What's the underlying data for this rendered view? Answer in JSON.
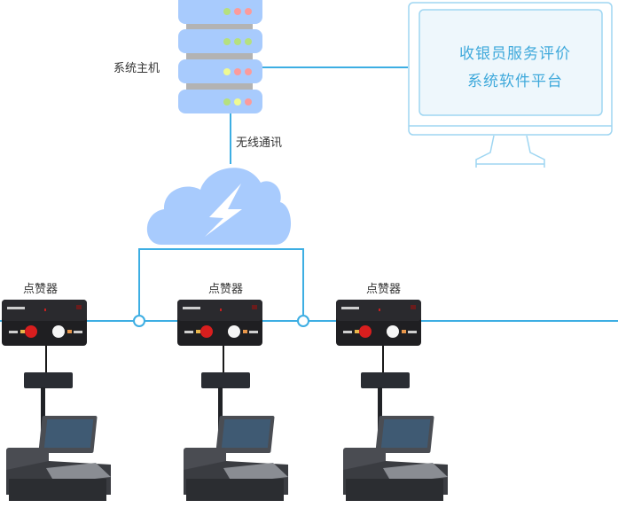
{
  "diagram": {
    "host": {
      "label": "系统主机",
      "icon": "server-rack-icon"
    },
    "link": {
      "label": "无线通讯",
      "icon": "cloud-lightning-icon"
    },
    "platform": {
      "lines": [
        "收银员服务评价",
        "系统软件平台"
      ],
      "icon": "monitor-icon"
    },
    "stations": [
      {
        "label": "点赞器",
        "clicker_icon": "clicker-device-icon",
        "pos_icon": "pos-terminal-icon"
      },
      {
        "label": "点赞器",
        "clicker_icon": "clicker-device-icon",
        "pos_icon": "pos-terminal-icon"
      },
      {
        "label": "点赞器",
        "clicker_icon": "clicker-device-icon",
        "pos_icon": "pos-terminal-icon"
      }
    ],
    "colors": {
      "line": "#3daee3",
      "server_body": "#a8cbfd",
      "server_gap": "#b3b3b3",
      "cloud": "#a8cbfd",
      "monitor_stroke": "#9fd6f2",
      "monitor_fill": "#eef7fc",
      "led_green": "#b5e07f",
      "led_red": "#fb9b9b",
      "led_yellow": "#eefa93"
    }
  }
}
